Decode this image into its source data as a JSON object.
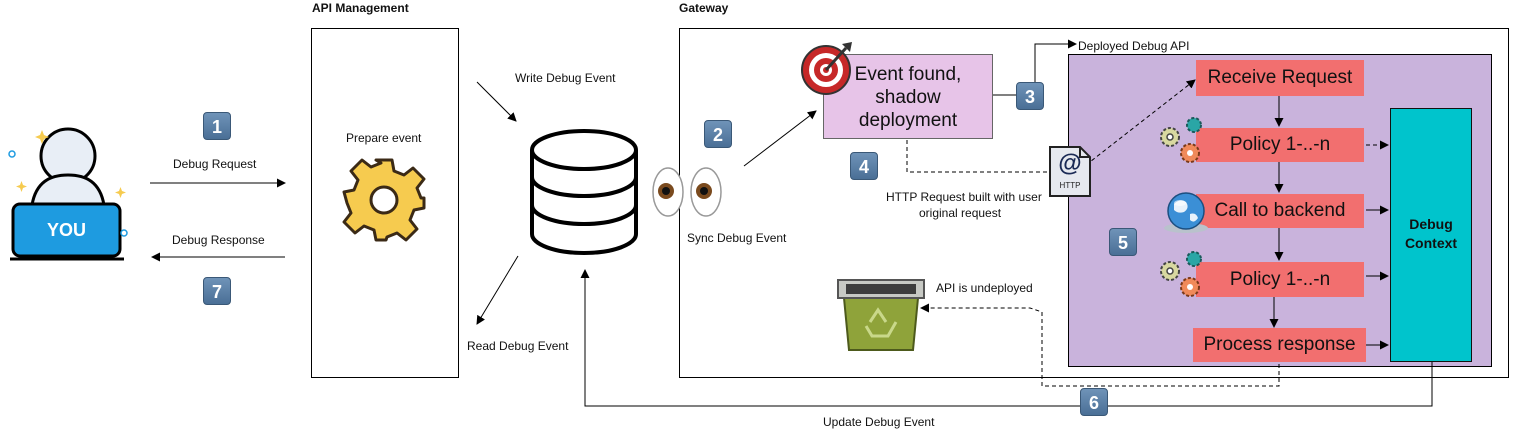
{
  "titles": {
    "api_management": "API Management",
    "gateway": "Gateway"
  },
  "user": {
    "badge": "YOU"
  },
  "apim": {
    "prepare": "Prepare event"
  },
  "edges": {
    "debug_request": "Debug Request",
    "debug_response": "Debug Response",
    "write_event": "Write Debug Event",
    "read_event": "Read Debug Event",
    "sync_event": "Sync Debug Event",
    "deployed_api": "Deployed Debug API",
    "http_request_line1": "HTTP Request built with user",
    "http_request_line2": "original request",
    "api_undeployed": "API is undeployed",
    "update_event": "Update Debug Event"
  },
  "event_box": {
    "line1": "Event found,",
    "line2": "shadow",
    "line3": "deployment"
  },
  "http_icon": {
    "symbol": "@",
    "text": "HTTP"
  },
  "pipeline": {
    "receive": "Receive Request",
    "policy_in": "Policy 1-..-n",
    "backend": "Call to backend",
    "policy_out": "Policy 1-..-n",
    "process": "Process response"
  },
  "debug_context": {
    "line1": "Debug",
    "line2": "Context"
  },
  "steps": [
    "1",
    "2",
    "3",
    "4",
    "5",
    "6",
    "7"
  ],
  "colors": {
    "pink_box": "#e7c4e8",
    "purple_panel": "#c9b3dc",
    "red_box": "#f26f6f",
    "teal": "#00c4cc",
    "user_blue": "#1e9be0",
    "gear_yellow": "#f6cb4f",
    "step_blue": "#5a80a6"
  }
}
